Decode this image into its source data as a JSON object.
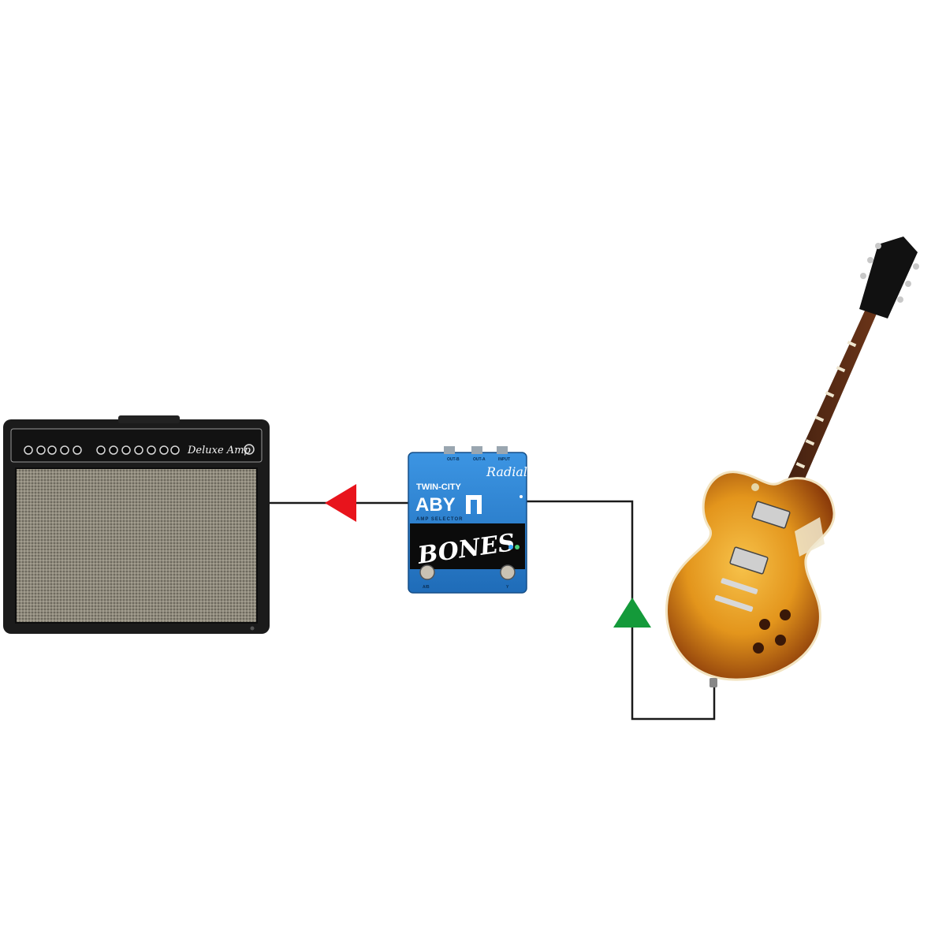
{
  "amp": {
    "badge": "Deluxe Amp"
  },
  "pedal": {
    "brand": "Radial",
    "series": "TWIN-CITY",
    "model": "ABY",
    "subtitle": "AMP SELECTOR",
    "line": "BONES",
    "jack_labels": [
      "OUT-B",
      "OUT-A",
      "INPUT"
    ],
    "footswitch_labels": [
      "A/B",
      "Y"
    ]
  },
  "colors": {
    "cable": "#1a1a1a",
    "arrow_to_amp": "#e8141c",
    "arrow_from_guitar": "#149a3a",
    "pedal_body": "#2f86d6",
    "pedal_panel": "#0b0b0b",
    "amp_tolex": "#1b1b1b",
    "amp_grill": "#8a8578",
    "guitar_burst": "#e3951c",
    "guitar_edge": "#8c3c0a"
  }
}
